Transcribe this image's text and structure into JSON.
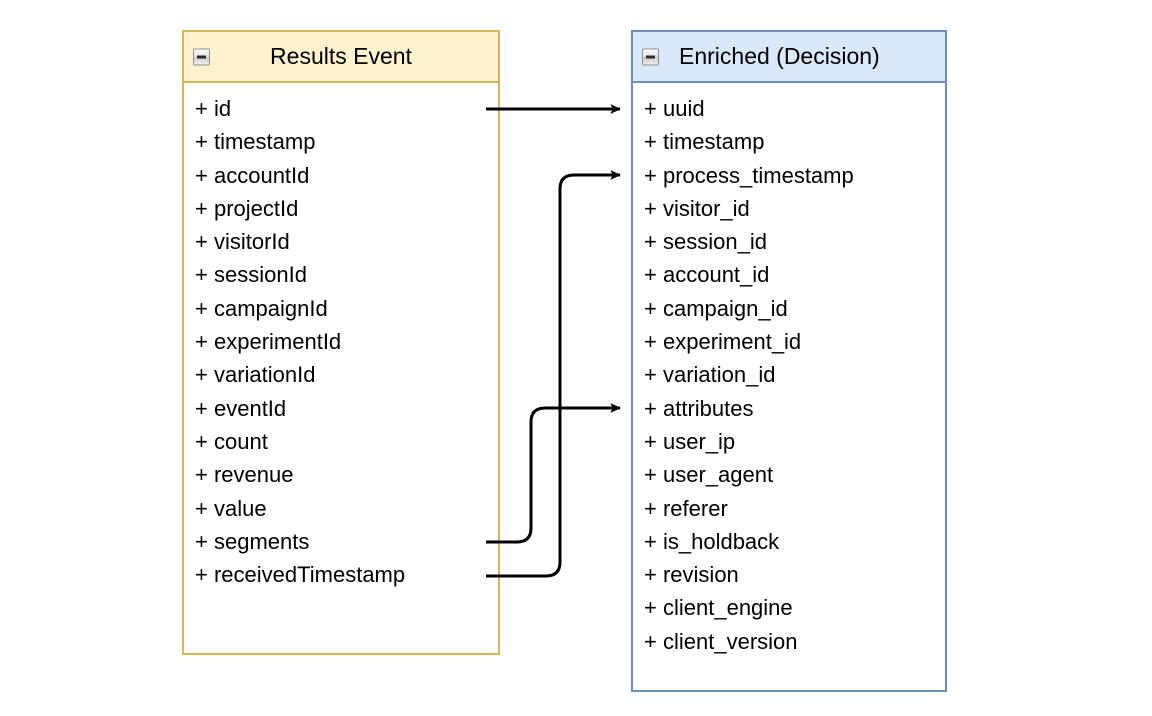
{
  "diagram": {
    "background": "#ffffff",
    "entities": [
      {
        "id": "results-event",
        "title": "Results Event",
        "header_fill": "#fff2cc",
        "border_color": "#d6b656",
        "collapse_icon": "collapse-minus-icon",
        "visibility_marker": "+",
        "attributes": [
          "id",
          "timestamp",
          "accountId",
          "projectId",
          "visitorId",
          "sessionId",
          "campaignId",
          "experimentId",
          "variationId",
          "eventId",
          "count",
          "revenue",
          "value",
          "segments",
          "receivedTimestamp"
        ]
      },
      {
        "id": "enriched-decision",
        "title": "Enriched (Decision)",
        "header_fill": "#dae8fc",
        "border_color": "#6c8ebf",
        "collapse_icon": "collapse-minus-icon",
        "visibility_marker": "+",
        "attributes": [
          "uuid",
          "timestamp",
          "process_timestamp",
          "visitor_id",
          "session_id",
          "account_id",
          "campaign_id",
          "experiment_id",
          "variation_id",
          "attributes",
          "user_ip",
          "user_agent",
          "referer",
          "is_holdback",
          "revision",
          "client_engine",
          "client_version"
        ]
      }
    ],
    "connectors": [
      {
        "name": "id-to-uuid",
        "from": "results-event.id",
        "to": "enriched-decision.uuid",
        "color": "#000000",
        "arrowhead": "filled-triangle"
      },
      {
        "name": "segments-to-attributes",
        "from": "results-event.segments",
        "to": "enriched-decision.attributes",
        "color": "#000000",
        "arrowhead": "filled-triangle"
      },
      {
        "name": "receivedtimestamp-to-process-timestamp",
        "from": "results-event.receivedTimestamp",
        "to": "enriched-decision.process_timestamp",
        "color": "#000000",
        "arrowhead": "filled-triangle"
      }
    ]
  }
}
